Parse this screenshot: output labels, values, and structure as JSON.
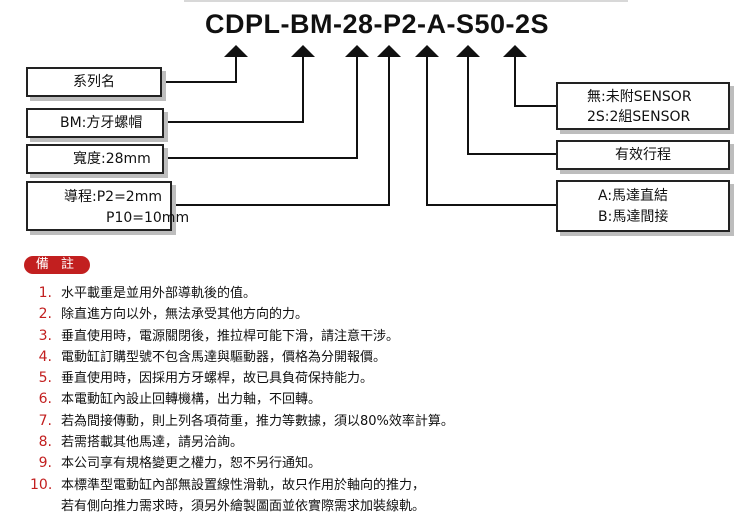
{
  "model_code": "CDPL-BM-28-P2-A-S50-2S",
  "left_boxes": {
    "series": "系列名",
    "bm": "BM:方牙螺帽",
    "width": "寬度:28mm",
    "lead_line1": "導程:P2=2mm",
    "lead_line2": "P10=10mm"
  },
  "right_boxes": {
    "sensor_line1": "無:未附SENSOR",
    "sensor_line2": "2S:2組SENSOR",
    "stroke": "有效行程",
    "drive_line1": "A:馬達直結",
    "drive_line2": "B:馬達間接"
  },
  "notes_badge": "備 註",
  "notes": [
    {
      "num": "1.",
      "text": "水平載重是並用外部導軌後的值。"
    },
    {
      "num": "2.",
      "text": "除直進方向以外，無法承受其他方向的力。"
    },
    {
      "num": "3.",
      "text": "垂直使用時，電源關閉後，推拉桿可能下滑，請注意干涉。"
    },
    {
      "num": "4.",
      "text": "電動缸訂購型號不包含馬達與驅動器，價格為分開報價。"
    },
    {
      "num": "5.",
      "text": "垂直使用時，因採用方牙螺桿，故已具負荷保持能力。"
    },
    {
      "num": "6.",
      "text": "本電動缸內設止回轉機構，出力軸，不回轉。"
    },
    {
      "num": "7.",
      "text": "若為間接傳動，則上列各項荷重，推力等數據，須以80%效率計算。"
    },
    {
      "num": "8.",
      "text": "若需搭載其他馬達，請另洽詢。"
    },
    {
      "num": "9.",
      "text": "本公司享有規格變更之權力，恕不另行通知。"
    },
    {
      "num": "10.",
      "text": "本標準型電動缸內部無設置線性滑軌，故只作用於軸向的推力，"
    },
    {
      "num": "",
      "text": "若有側向推力需求時，須另外繪製圖面並依實際需求加裝線軌。"
    }
  ]
}
